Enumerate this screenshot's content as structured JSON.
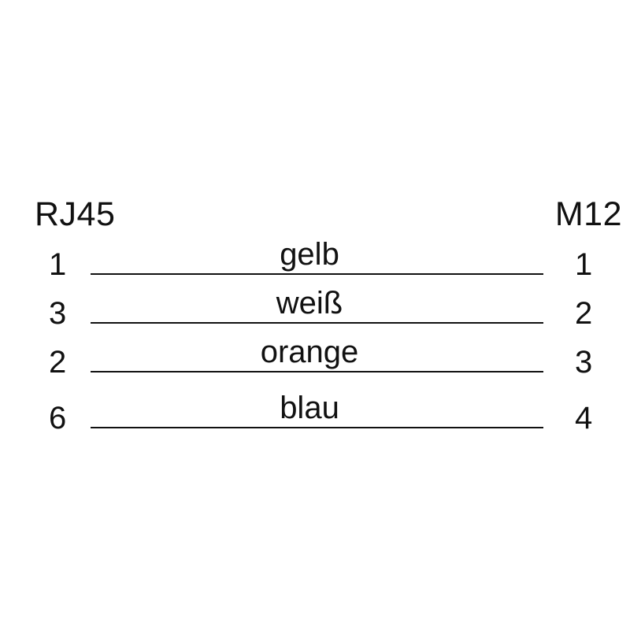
{
  "diagram": {
    "type": "pin-assignment-wiring",
    "background_color": "#ffffff",
    "line_color": "#111111",
    "text_color": "#111111",
    "left_connector": "RJ45",
    "right_connector": "M12",
    "connections": [
      {
        "left_pin": "1",
        "wire_color_label": "gelb",
        "right_pin": "1"
      },
      {
        "left_pin": "3",
        "wire_color_label": "weiß",
        "right_pin": "2"
      },
      {
        "left_pin": "2",
        "wire_color_label": "orange",
        "right_pin": "3"
      },
      {
        "left_pin": "6",
        "wire_color_label": "blau",
        "right_pin": "4"
      }
    ]
  }
}
